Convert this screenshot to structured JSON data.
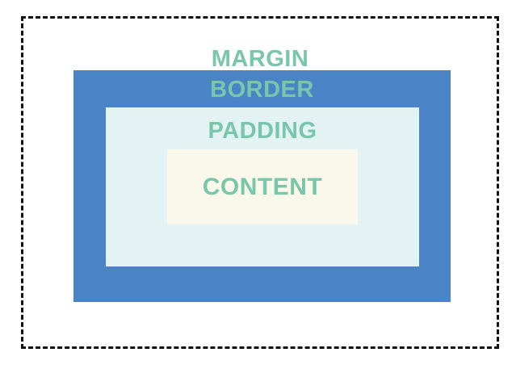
{
  "box_model": {
    "margin_label": "MARGIN",
    "border_label": "BORDER",
    "padding_label": "PADDING",
    "content_label": "CONTENT"
  },
  "colors": {
    "label_text": "#79c6aa",
    "border_fill": "#4a84c6",
    "padding_fill": "#e3f2f3",
    "content_fill": "#f9f8ea",
    "margin_outline": "#111111"
  }
}
